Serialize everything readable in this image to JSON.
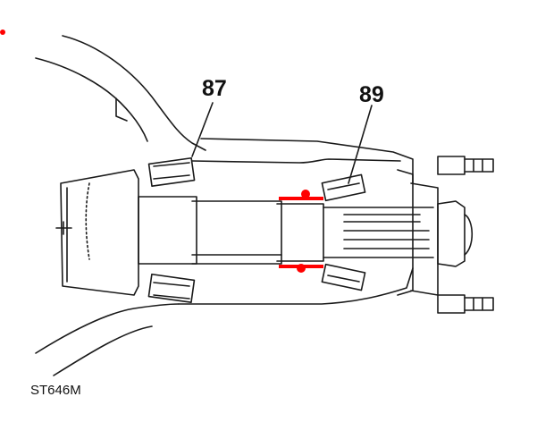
{
  "figure": {
    "callouts": [
      "87",
      "89"
    ],
    "reference_code": "ST646M",
    "highlight_color": "#ff0000",
    "line_color": "#1a1a1a"
  }
}
